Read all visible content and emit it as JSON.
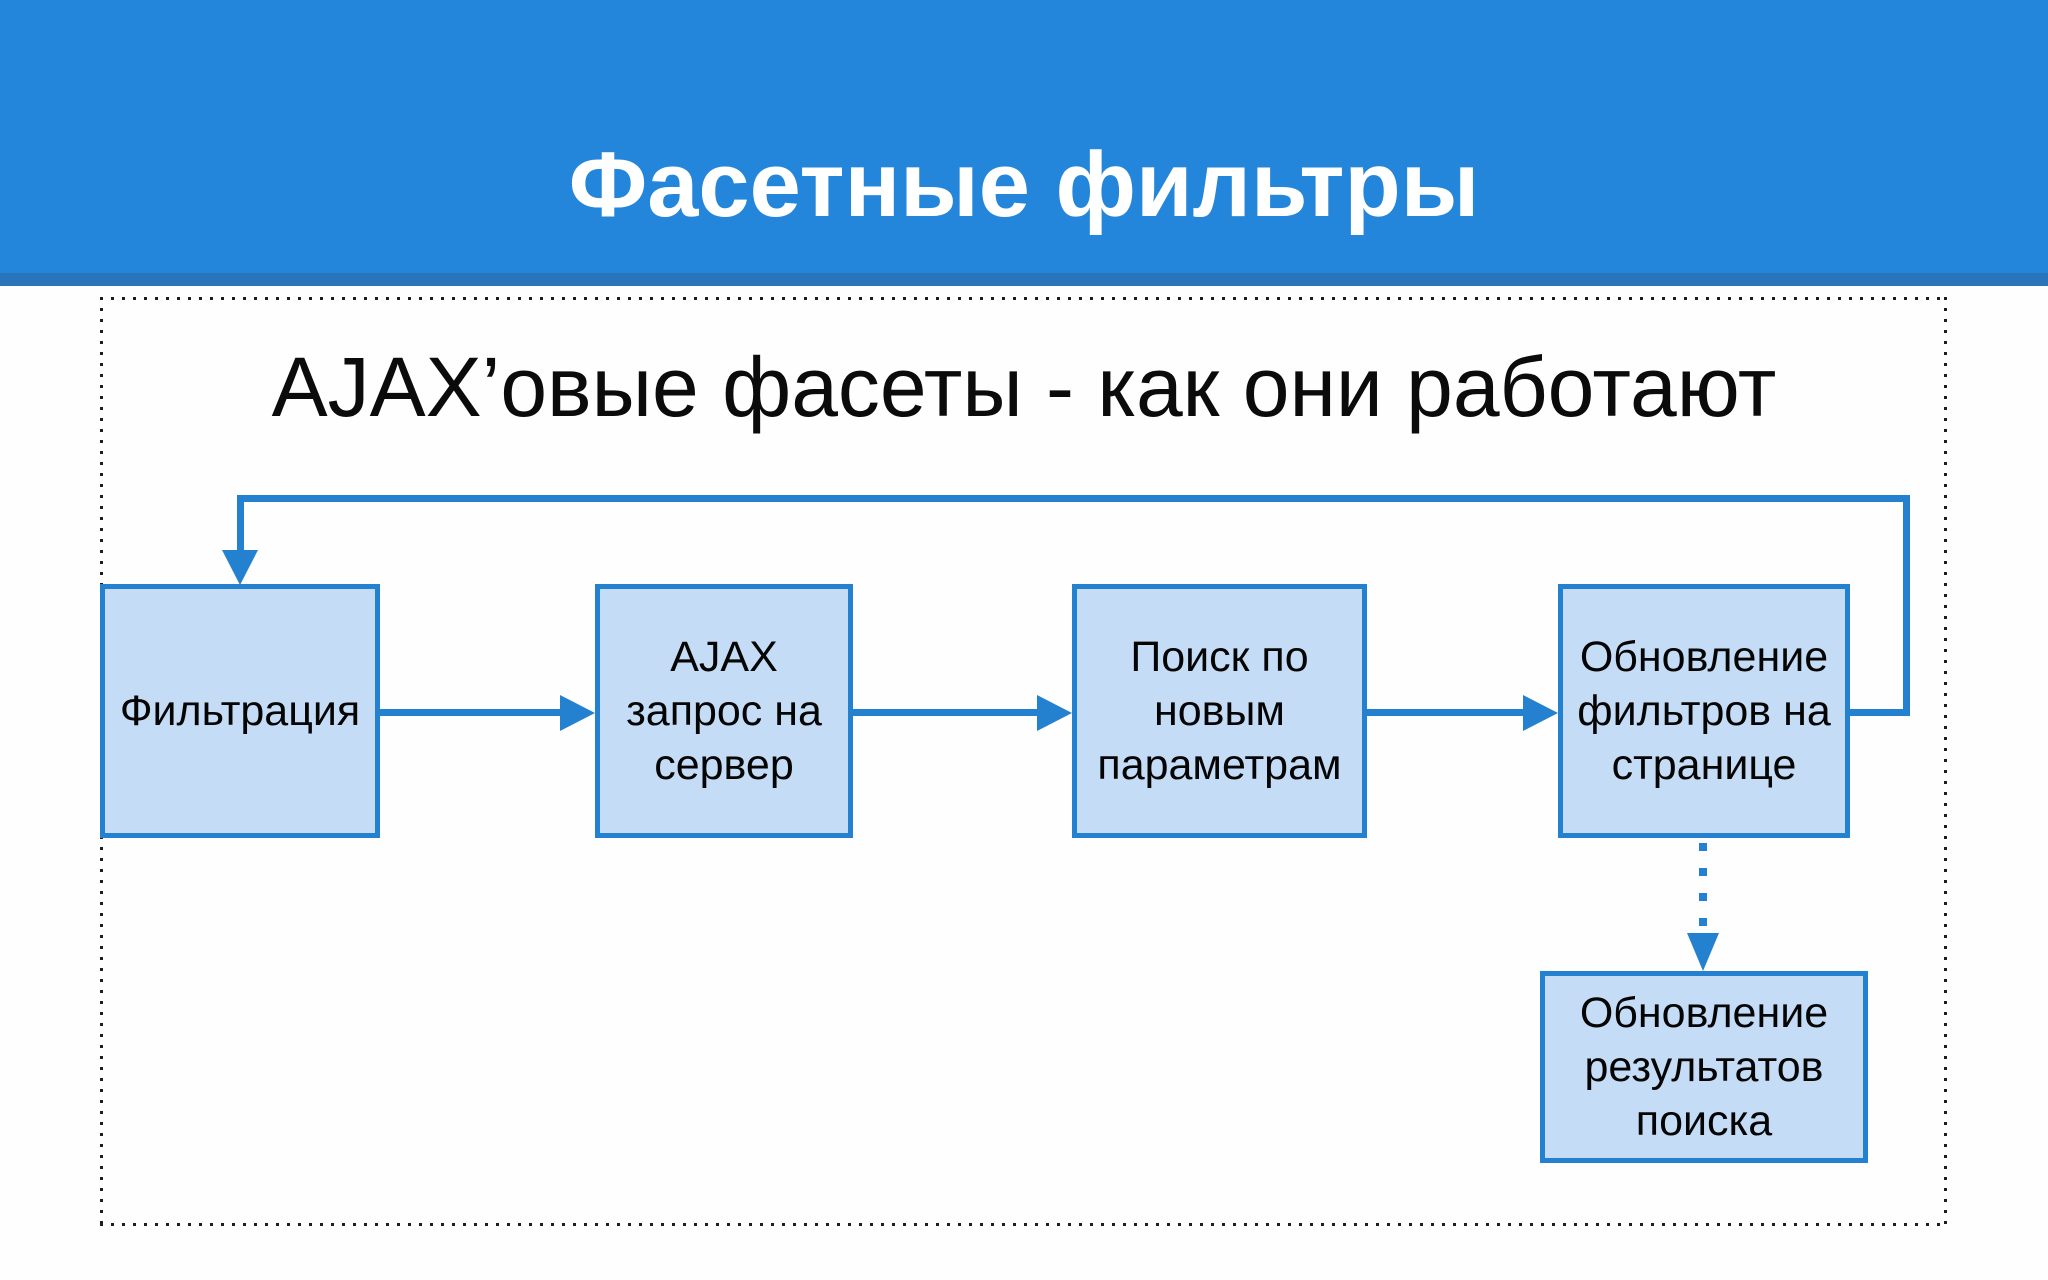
{
  "colors": {
    "header_blue": "#2486da",
    "header_strip_blue": "#2a74b9",
    "box_fill": "#c5dcf6",
    "diagram_blue": "#2381d0",
    "dotted_border": "#1c1c1c",
    "title_text": "#0b0b0b",
    "header_text": "#ffffff"
  },
  "header": {
    "title": "Фасетные фильтры"
  },
  "panel": {
    "title": "AJAX’овые фасеты - как они работают"
  },
  "flow": {
    "boxes": [
      {
        "id": "filtration",
        "label": "Фильтрация"
      },
      {
        "id": "ajax-request",
        "label": "AJAX\nзапрос на\nсервер"
      },
      {
        "id": "search-new-params",
        "label": "Поиск по\nновым\nпараметрам"
      },
      {
        "id": "update-filters",
        "label": "Обновление\nфильтров на\nстранице"
      },
      {
        "id": "update-results",
        "label": "Обновление\nрезультатов\nпоиска"
      }
    ],
    "connections": [
      {
        "from": "filtration",
        "to": "ajax-request",
        "style": "solid-arrow"
      },
      {
        "from": "ajax-request",
        "to": "search-new-params",
        "style": "solid-arrow"
      },
      {
        "from": "search-new-params",
        "to": "update-filters",
        "style": "solid-arrow"
      },
      {
        "from": "update-filters",
        "to": "filtration",
        "style": "solid-feedback-loop"
      },
      {
        "from": "update-filters",
        "to": "update-results",
        "style": "dotted-arrow"
      }
    ]
  }
}
